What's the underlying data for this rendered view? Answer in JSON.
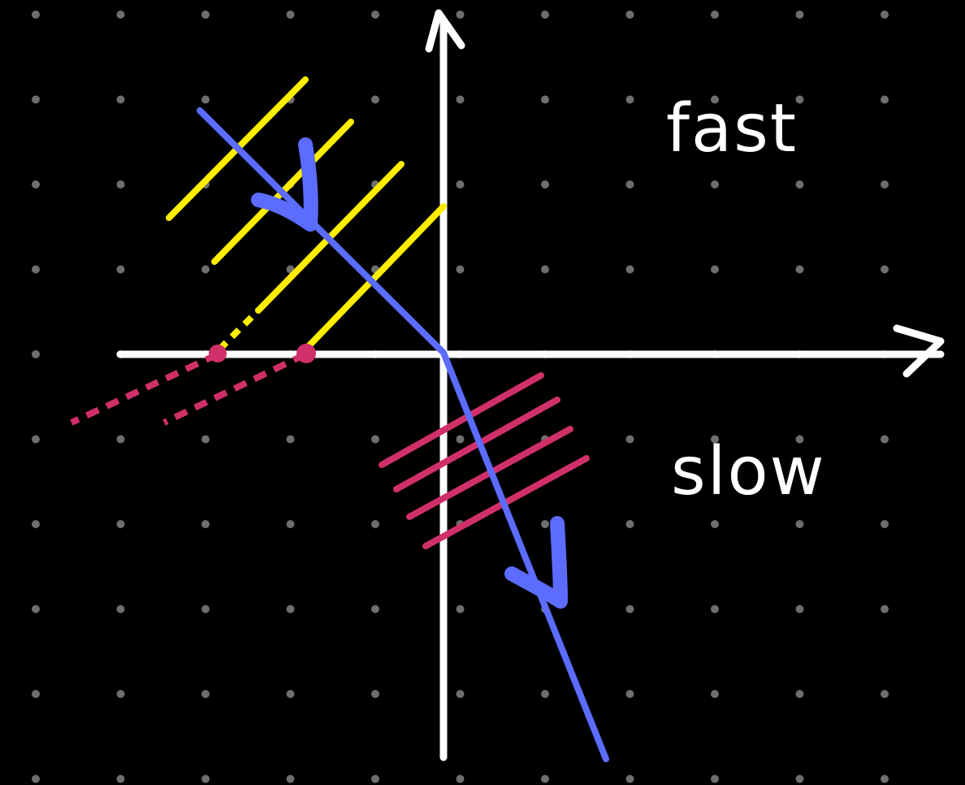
{
  "labels": {
    "fast": "fast",
    "slow": "slow"
  },
  "colors": {
    "background": "#000000",
    "grid_dot": "#6e6e6e",
    "axes": "#ffffff",
    "ray": "#5b6cff",
    "wavefront_fast": "#ffee00",
    "wavefront_slow": "#d0306a",
    "intersection_dot": "#d0306a"
  },
  "icons": {
    "y_axis_end": "arrowhead-up-icon",
    "x_axis_end": "arrowhead-right-icon",
    "ray_direction": "direction-arrow-icon"
  },
  "diagram": {
    "region_above_axis": "fast",
    "region_below_axis": "slow",
    "incident_wavefronts": 4,
    "refracted_wavefronts": 4,
    "extension_lines": 2,
    "intersection_points": 2
  }
}
